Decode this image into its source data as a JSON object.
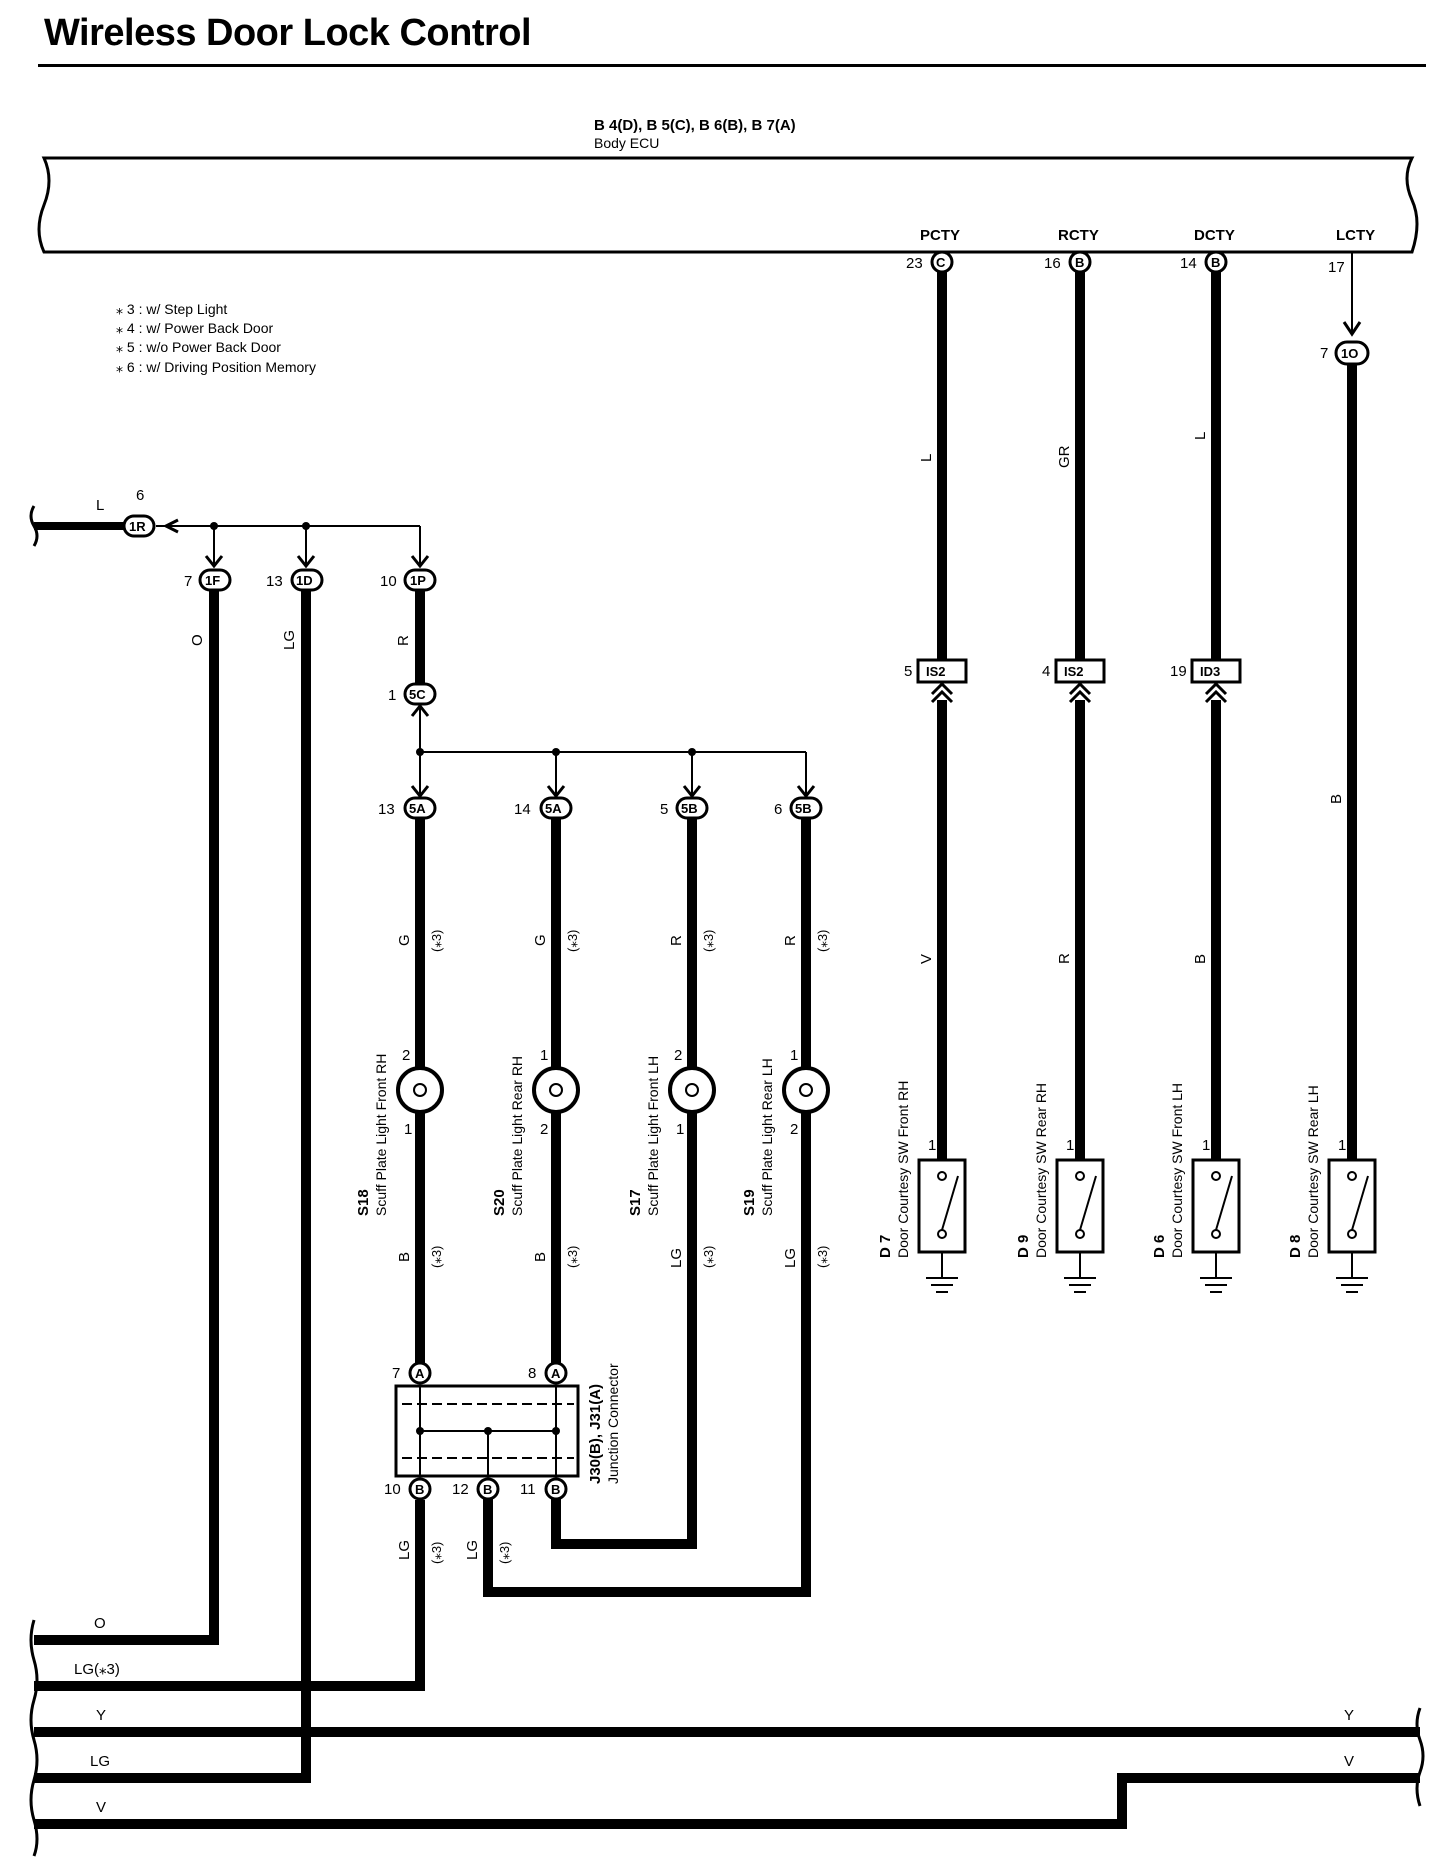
{
  "title": "Wireless Door Lock Control",
  "ecu": {
    "connectors": "B 4(D), B 5(C), B 6(B), B 7(A)",
    "name": "Body ECU",
    "terminals": [
      {
        "name": "PCTY",
        "pin": "23",
        "conn": "C"
      },
      {
        "name": "RCTY",
        "pin": "16",
        "conn": "B"
      },
      {
        "name": "DCTY",
        "pin": "14",
        "conn": "B"
      },
      {
        "name": "LCTY",
        "pin": "17",
        "conn": ""
      }
    ]
  },
  "notes": [
    "⁎ 3 : w/ Step Light",
    "⁎ 4 : w/ Power Back Door",
    "⁎ 5 : w/o Power Back Door",
    "⁎ 6 : w/ Driving Position Memory"
  ],
  "left_feed": {
    "wire": "L",
    "pin": "6",
    "conn": "1R"
  },
  "upper_connectors": [
    {
      "pin": "7",
      "conn": "1F",
      "wire": "O"
    },
    {
      "pin": "13",
      "conn": "1D",
      "wire": "LG"
    },
    {
      "pin": "10",
      "conn": "1P",
      "wire": "R"
    }
  ],
  "conn_5c": {
    "pin": "1",
    "conn": "5C"
  },
  "scuff_connectors": [
    {
      "pin": "13",
      "conn": "5A"
    },
    {
      "pin": "14",
      "conn": "5A"
    },
    {
      "pin": "5",
      "conn": "5B"
    },
    {
      "pin": "6",
      "conn": "5B"
    }
  ],
  "scuff_lights": [
    {
      "id": "S18",
      "name": "Scuff Plate Light Front RH",
      "top_pin": "2",
      "bottom_pin": "1",
      "top_wire": "G",
      "bottom_wire": "B",
      "note": "(⁎3)"
    },
    {
      "id": "S20",
      "name": "Scuff Plate Light Rear RH",
      "top_pin": "1",
      "bottom_pin": "2",
      "top_wire": "G",
      "bottom_wire": "B",
      "note": "(⁎3)"
    },
    {
      "id": "S17",
      "name": "Scuff Plate Light Front LH",
      "top_pin": "2",
      "bottom_pin": "1",
      "top_wire": "R",
      "bottom_wire": "LG",
      "note": "(⁎3)"
    },
    {
      "id": "S19",
      "name": "Scuff Plate Light Rear LH",
      "top_pin": "1",
      "bottom_pin": "2",
      "top_wire": "R",
      "bottom_wire": "LG",
      "note": "(⁎3)"
    }
  ],
  "junction": {
    "connectors": "J30(B), J31(A)",
    "name": "Junction Connector",
    "top_pins": [
      {
        "pin": "7",
        "conn": "A"
      },
      {
        "pin": "8",
        "conn": "A"
      }
    ],
    "bottom_pins": [
      {
        "pin": "10",
        "conn": "B"
      },
      {
        "pin": "12",
        "conn": "B"
      },
      {
        "pin": "11",
        "conn": "B"
      }
    ],
    "out_wires": [
      {
        "wire": "LG",
        "note": "(⁎3)"
      },
      {
        "wire": "LG",
        "note": "(⁎3)"
      }
    ]
  },
  "inline_connectors": [
    {
      "pin": "5",
      "conn": "IS2",
      "upper_wire": "L",
      "lower_wire": "V"
    },
    {
      "pin": "4",
      "conn": "IS2",
      "upper_wire": "GR",
      "lower_wire": "R"
    },
    {
      "pin": "19",
      "conn": "ID3",
      "upper_wire": "L",
      "lower_wire": "B"
    }
  ],
  "lcty_connector": {
    "pin": "7",
    "conn": "1O",
    "wire": "B"
  },
  "door_switches": [
    {
      "id": "D 7",
      "name": "Door Courtesy SW Front RH",
      "pin": "1"
    },
    {
      "id": "D 9",
      "name": "Door Courtesy SW Rear RH",
      "pin": "1"
    },
    {
      "id": "D 6",
      "name": "Door Courtesy SW Front LH",
      "pin": "1"
    },
    {
      "id": "D 8",
      "name": "Door Courtesy SW Rear LH",
      "pin": "1"
    }
  ],
  "bottom_bus": {
    "left": [
      "O",
      "LG(⁎3)",
      "Y",
      "LG",
      "V"
    ],
    "right": [
      "Y",
      "V"
    ]
  }
}
